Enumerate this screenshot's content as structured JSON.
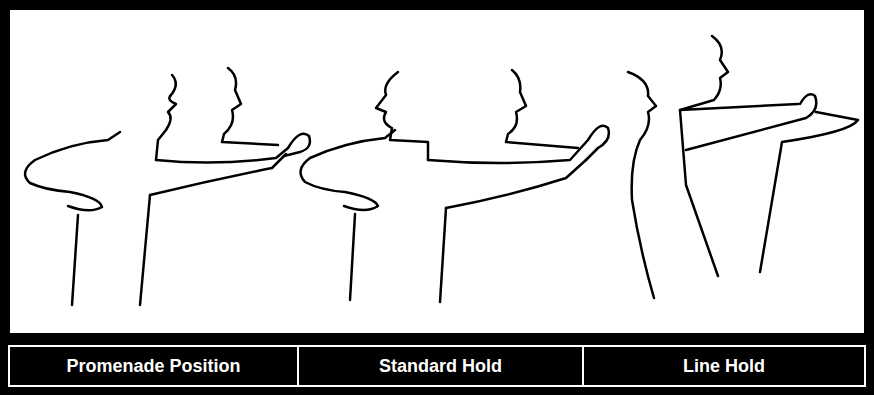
{
  "diagram": {
    "labels": [
      "Promenade Position",
      "Standard Hold",
      "Line Hold"
    ]
  }
}
